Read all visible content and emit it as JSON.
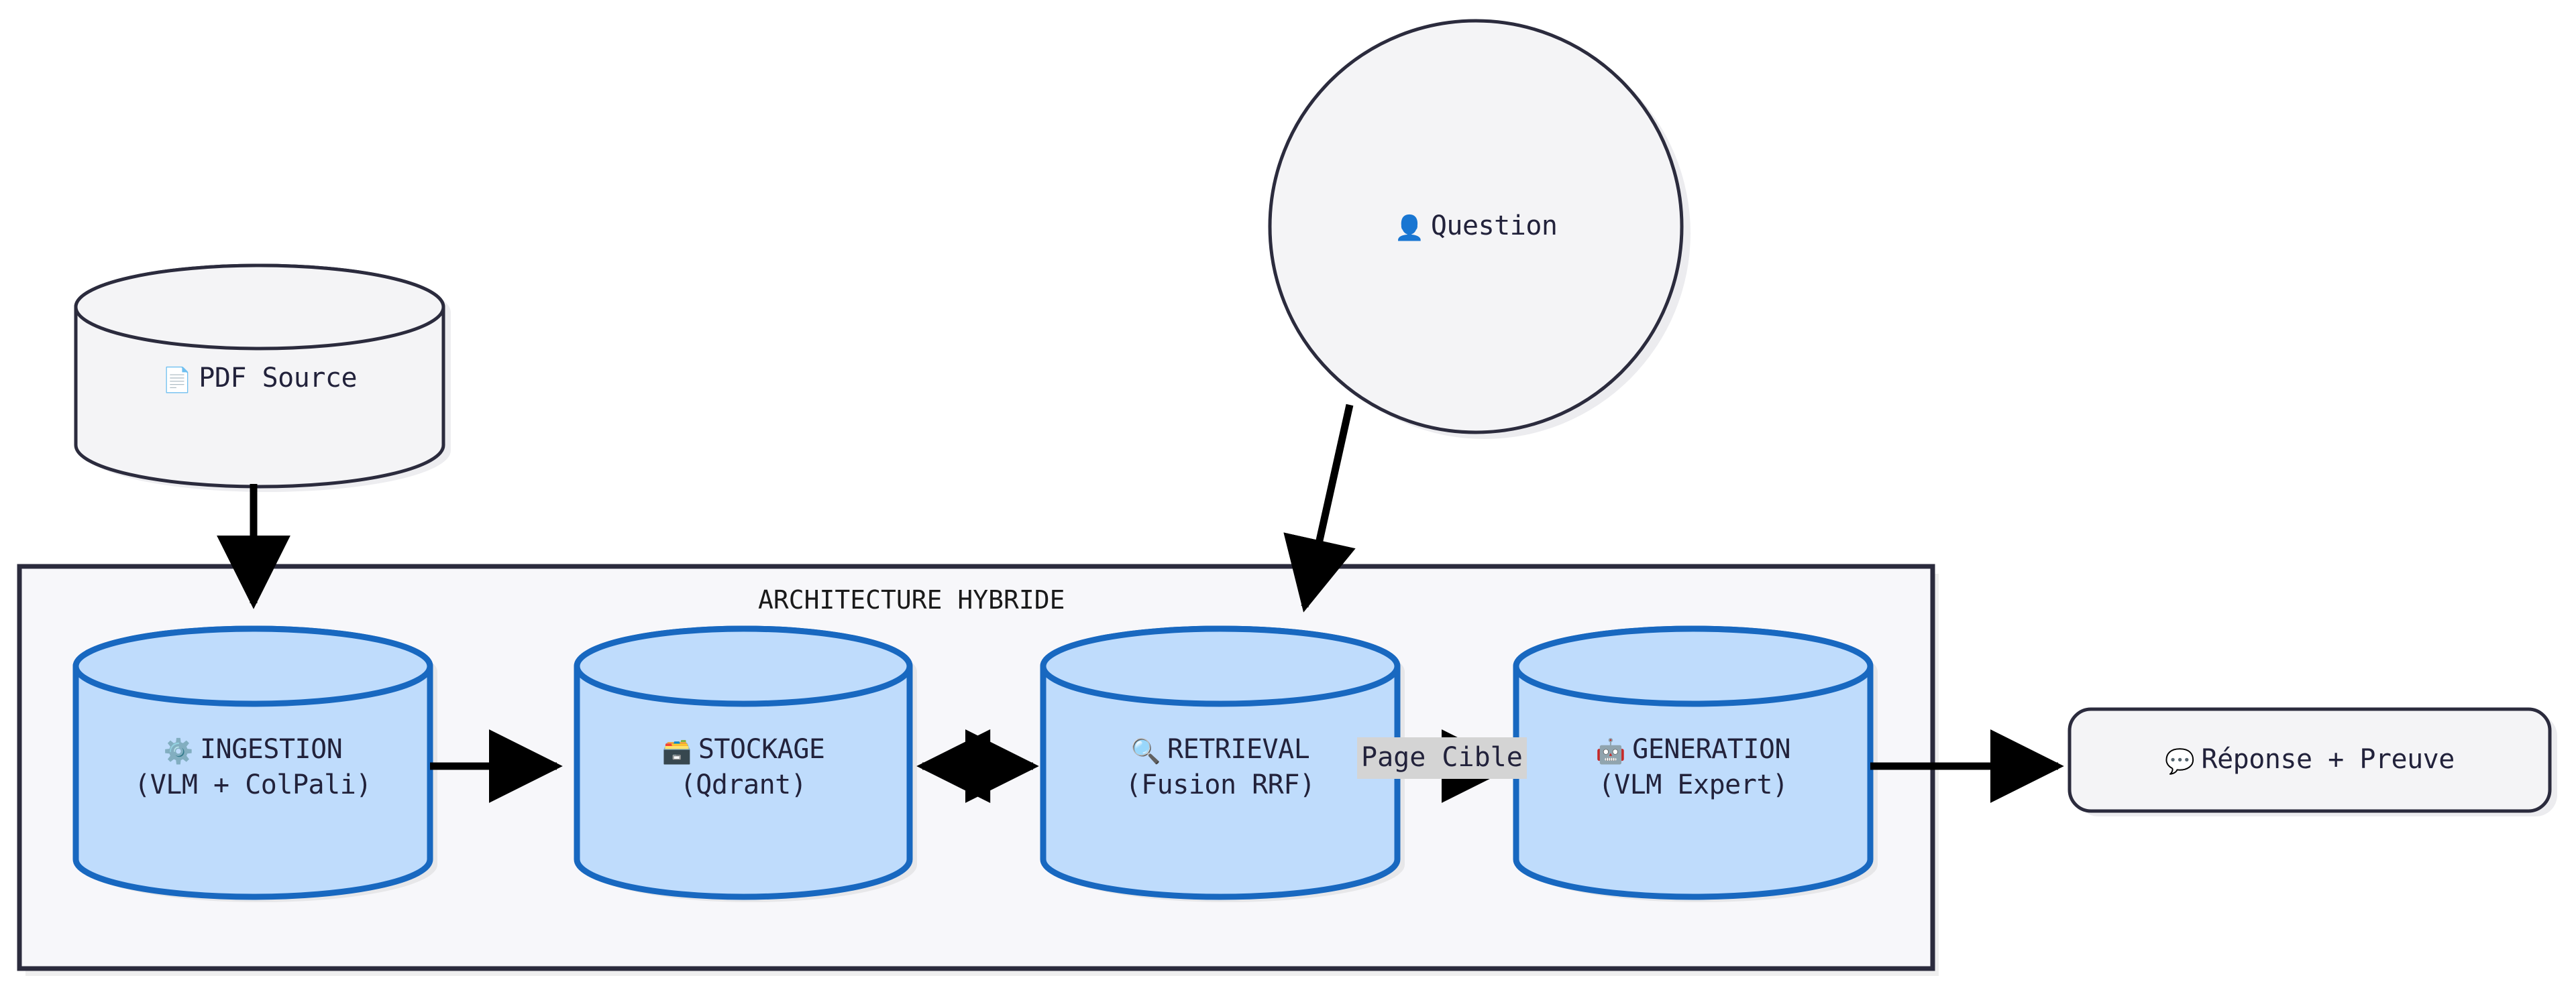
{
  "diagram": {
    "type": "flowchart",
    "direction": "left-to-right",
    "background": "#ffffff",
    "subgraph": {
      "title": "ARCHITECTURE HYBRIDE",
      "fill": "#f7f7fa",
      "border_color": "#2b2b3d"
    },
    "palette": {
      "cylinder_fill": "#bfdcfc",
      "cylinder_stroke": "#1868c0",
      "neutral_fill": "#f4f4f6",
      "neutral_stroke": "#2b2b3d",
      "text": "#22223b",
      "edge": "#000000",
      "edge_label_bg": "#d4d4d4"
    },
    "nodes": [
      {
        "id": "pdf-source",
        "shape": "cylinder",
        "style": "neutral",
        "icon": "page-facing-up-icon",
        "icon_glyph": "📄",
        "lines": [
          "PDF Source"
        ]
      },
      {
        "id": "question",
        "shape": "circle",
        "style": "neutral",
        "icon": "bust-in-silhouette-icon",
        "icon_glyph": "👤",
        "lines": [
          "Question"
        ]
      },
      {
        "id": "ingestion",
        "shape": "cylinder",
        "style": "blue",
        "icon": "gear-icon",
        "icon_glyph": "⚙️",
        "lines": [
          "INGESTION",
          "(VLM + ColPali)"
        ]
      },
      {
        "id": "stockage",
        "shape": "cylinder",
        "style": "blue",
        "icon": "card-file-box-icon",
        "icon_glyph": "🗃️",
        "lines": [
          "STOCKAGE",
          "(Qdrant)"
        ]
      },
      {
        "id": "retrieval",
        "shape": "cylinder",
        "style": "blue",
        "icon": "magnifying-glass-icon",
        "icon_glyph": "🔍",
        "lines": [
          "RETRIEVAL",
          "(Fusion RRF)"
        ]
      },
      {
        "id": "generation",
        "shape": "cylinder",
        "style": "blue",
        "icon": "robot-icon",
        "icon_glyph": "🤖",
        "lines": [
          "GENERATION",
          "(VLM Expert)"
        ]
      },
      {
        "id": "reponse",
        "shape": "rounded-rect",
        "style": "neutral",
        "icon": "speech-balloon-icon",
        "icon_glyph": "💬",
        "lines": [
          "Réponse + Preuve"
        ]
      }
    ],
    "edges": [
      {
        "from": "pdf-source",
        "to": "ingestion",
        "arrow": "single",
        "label": ""
      },
      {
        "from": "question",
        "to": "retrieval",
        "arrow": "single",
        "label": ""
      },
      {
        "from": "ingestion",
        "to": "stockage",
        "arrow": "single",
        "label": ""
      },
      {
        "from": "stockage",
        "to": "retrieval",
        "arrow": "double",
        "label": ""
      },
      {
        "from": "retrieval",
        "to": "generation",
        "arrow": "single",
        "label": "Page Cible"
      },
      {
        "from": "generation",
        "to": "reponse",
        "arrow": "single",
        "label": ""
      }
    ]
  }
}
